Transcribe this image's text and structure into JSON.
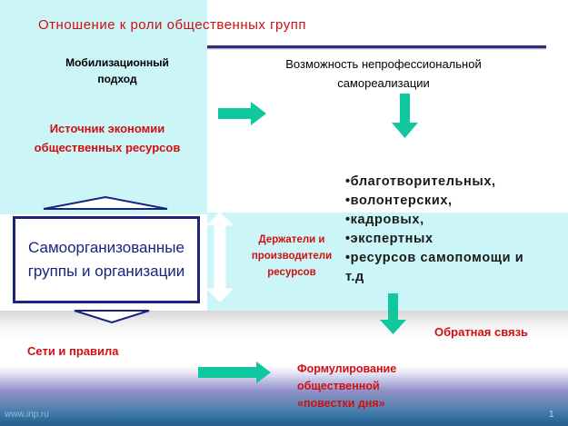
{
  "title": "Отношение к роли общественных групп",
  "mobilization": {
    "line1": "Мобилизационный",
    "line2": "подход"
  },
  "possibility": {
    "line1": "Возможность непрофессиональной",
    "line2": "самореализации"
  },
  "source": {
    "line1": "Источник экономии",
    "line2": "общественных ресурсов"
  },
  "box": {
    "line1": "Самоорганизованные",
    "line2": "группы и организации"
  },
  "holders": {
    "line1": "Держатели и",
    "line2": "производители",
    "line3": "ресурсов"
  },
  "list": [
    "•благотворительных,",
    "•волонтерских,",
    "•кадровых,",
    "•экспертных",
    "•ресурсов самопомощи и",
    "т.д"
  ],
  "feedback": "Обратная связь",
  "networks": "Сети и правила",
  "formulation": {
    "line1": "Формулирование",
    "line2": "общественной",
    "line3": "«повестки дня»"
  },
  "footer": {
    "url": "www.inp.ru",
    "page": "1"
  },
  "colors": {
    "arrow": "#10c8a0",
    "red": "#d01010",
    "navy": "#1a237e",
    "cyan_panel": "#ccf5f7"
  }
}
